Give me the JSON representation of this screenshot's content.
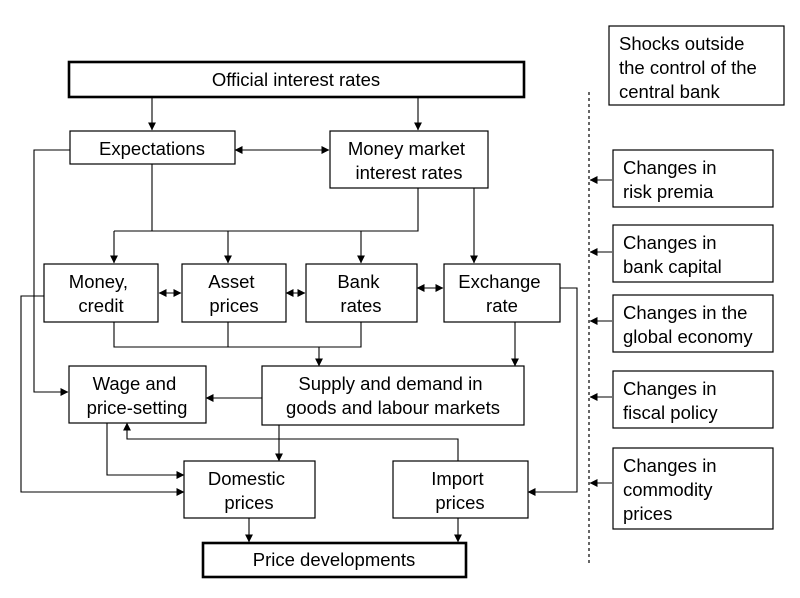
{
  "nodes": {
    "official_interest_rates": [
      "Official interest rates"
    ],
    "expectations": [
      "Expectations"
    ],
    "money_market_interest_rates": [
      "Money market",
      "interest rates"
    ],
    "money_credit": [
      "Money,",
      "credit"
    ],
    "asset_prices": [
      "Asset",
      "prices"
    ],
    "bank_rates": [
      "Bank",
      "rates"
    ],
    "exchange_rate": [
      "Exchange",
      "rate"
    ],
    "wage_price_setting": [
      "Wage and",
      "price-setting"
    ],
    "supply_demand": [
      "Supply and demand in",
      "goods and labour markets"
    ],
    "domestic_prices": [
      "Domestic",
      "prices"
    ],
    "import_prices": [
      "Import",
      "prices"
    ],
    "price_developments": [
      "Price developments"
    ]
  },
  "shocks": {
    "header": [
      "Shocks outside",
      "the control of the",
      "central bank"
    ],
    "risk_premia": [
      "Changes in",
      "risk premia"
    ],
    "bank_capital": [
      "Changes in",
      "bank capital"
    ],
    "global_economy": [
      "Changes in the",
      "global economy"
    ],
    "fiscal_policy": [
      "Changes in",
      "fiscal policy"
    ],
    "commodity_prices": [
      "Changes in",
      "commodity",
      "prices"
    ]
  }
}
